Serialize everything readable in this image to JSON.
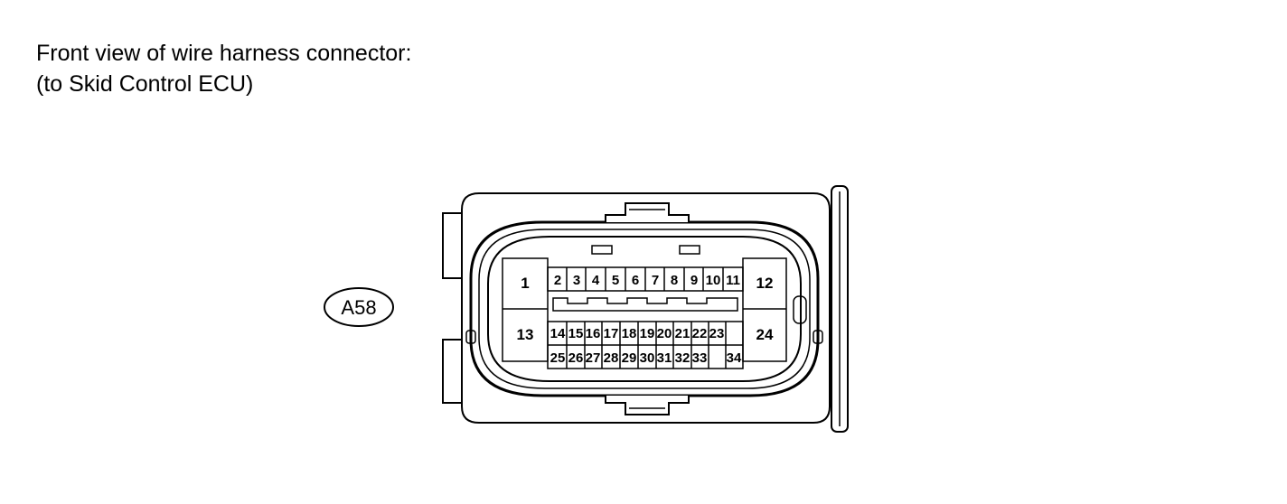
{
  "caption": {
    "line1": "Front view of wire harness connector:",
    "line2": "(to Skid Control ECU)"
  },
  "connector": {
    "code": "A58"
  },
  "pins": {
    "p1": "1",
    "p2": "2",
    "p3": "3",
    "p4": "4",
    "p5": "5",
    "p6": "6",
    "p7": "7",
    "p8": "8",
    "p9": "9",
    "p10": "10",
    "p11": "11",
    "p12": "12",
    "p13": "13",
    "p14": "14",
    "p15": "15",
    "p16": "16",
    "p17": "17",
    "p18": "18",
    "p19": "19",
    "p20": "20",
    "p21": "21",
    "p22": "22",
    "p23": "23",
    "p24": "24",
    "p25": "25",
    "p26": "26",
    "p27": "27",
    "p28": "28",
    "p29": "29",
    "p30": "30",
    "p31": "31",
    "p32": "32",
    "p33": "33",
    "p34": "34"
  }
}
